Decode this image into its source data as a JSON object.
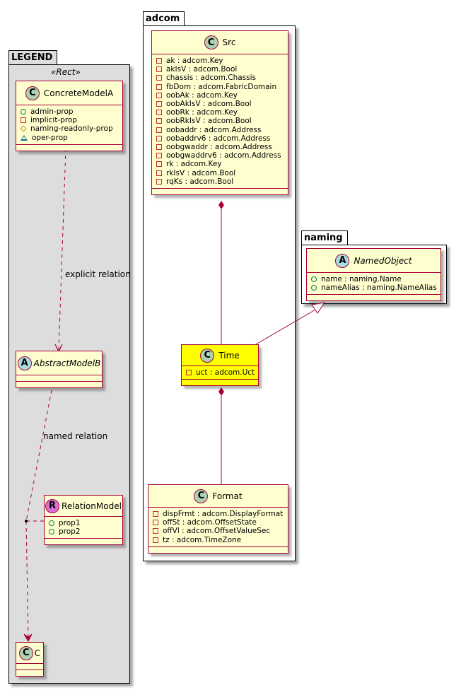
{
  "packages": {
    "legend": {
      "name": "LEGEND",
      "stereotype": "«Rect»"
    },
    "adcom": {
      "name": "adcom"
    },
    "naming": {
      "name": "naming"
    }
  },
  "classes": {
    "concrete_model_a": {
      "badge": "C",
      "name": "ConcreteModelA",
      "attributes": [
        {
          "vis": "public",
          "text": "admin-prop"
        },
        {
          "vis": "private",
          "text": "implicit-prop"
        },
        {
          "vis": "protected",
          "text": "naming-readonly-prop"
        },
        {
          "vis": "package",
          "text": "oper-prop"
        }
      ]
    },
    "abstract_model_b": {
      "badge": "A",
      "name": "AbstractModelB",
      "attributes": []
    },
    "relation_model": {
      "badge": "R",
      "name": "RelationModel",
      "attributes": [
        {
          "vis": "public",
          "text": "prop1"
        },
        {
          "vis": "public",
          "text": "prop2"
        }
      ]
    },
    "c": {
      "badge": "C",
      "name": "C",
      "attributes": []
    },
    "src": {
      "badge": "C",
      "name": "Src",
      "attributes": [
        {
          "vis": "private",
          "text": "ak : adcom.Key"
        },
        {
          "vis": "private",
          "text": "akIsV : adcom.Bool"
        },
        {
          "vis": "private",
          "text": "chassis : adcom.Chassis"
        },
        {
          "vis": "private",
          "text": "fbDom : adcom.FabricDomain"
        },
        {
          "vis": "private",
          "text": "oobAk : adcom.Key"
        },
        {
          "vis": "private",
          "text": "oobAkIsV : adcom.Bool"
        },
        {
          "vis": "private",
          "text": "oobRk : adcom.Key"
        },
        {
          "vis": "private",
          "text": "oobRkIsV : adcom.Bool"
        },
        {
          "vis": "private",
          "text": "oobaddr : adcom.Address"
        },
        {
          "vis": "private",
          "text": "oobaddrv6 : adcom.Address"
        },
        {
          "vis": "private",
          "text": "oobgwaddr : adcom.Address"
        },
        {
          "vis": "private",
          "text": "oobgwaddrv6 : adcom.Address"
        },
        {
          "vis": "private",
          "text": "rk : adcom.Key"
        },
        {
          "vis": "private",
          "text": "rkIsV : adcom.Bool"
        },
        {
          "vis": "private",
          "text": "rqKs : adcom.Bool"
        }
      ]
    },
    "time": {
      "badge": "C",
      "name": "Time",
      "highlight": "#ffff00",
      "attributes": [
        {
          "vis": "private",
          "text": "uct : adcom.Uct"
        }
      ]
    },
    "format": {
      "badge": "C",
      "name": "Format",
      "attributes": [
        {
          "vis": "private",
          "text": "dispFrmt : adcom.DisplayFormat"
        },
        {
          "vis": "private",
          "text": "offSt : adcom.OffsetState"
        },
        {
          "vis": "private",
          "text": "offVl : adcom.OffsetValueSec"
        },
        {
          "vis": "private",
          "text": "tz : adcom.TimeZone"
        }
      ]
    },
    "named_object": {
      "badge": "A",
      "name": "NamedObject",
      "attributes": [
        {
          "vis": "public",
          "text": "name : naming.Name"
        },
        {
          "vis": "public",
          "text": "nameAlias : naming.NameAlias"
        }
      ]
    }
  },
  "relations": {
    "explicit": {
      "label": "explicit relation",
      "from": "ConcreteModelA",
      "to": "AbstractModelB",
      "type": "dependency"
    },
    "named": {
      "label": "named relation",
      "from": "AbstractModelB",
      "to": "C",
      "type": "dependency",
      "association_class": "RelationModel"
    },
    "src_time": {
      "from": "Src",
      "to": "Time",
      "type": "composition"
    },
    "time_format": {
      "from": "Time",
      "to": "Format",
      "type": "composition"
    },
    "time_named_object": {
      "from": "Time",
      "to": "NamedObject",
      "type": "inheritance"
    }
  },
  "colors": {
    "border": "#a80036",
    "class_bg": "#fefece",
    "highlight": "#ffff00",
    "legend_bg": "#dddddd"
  }
}
